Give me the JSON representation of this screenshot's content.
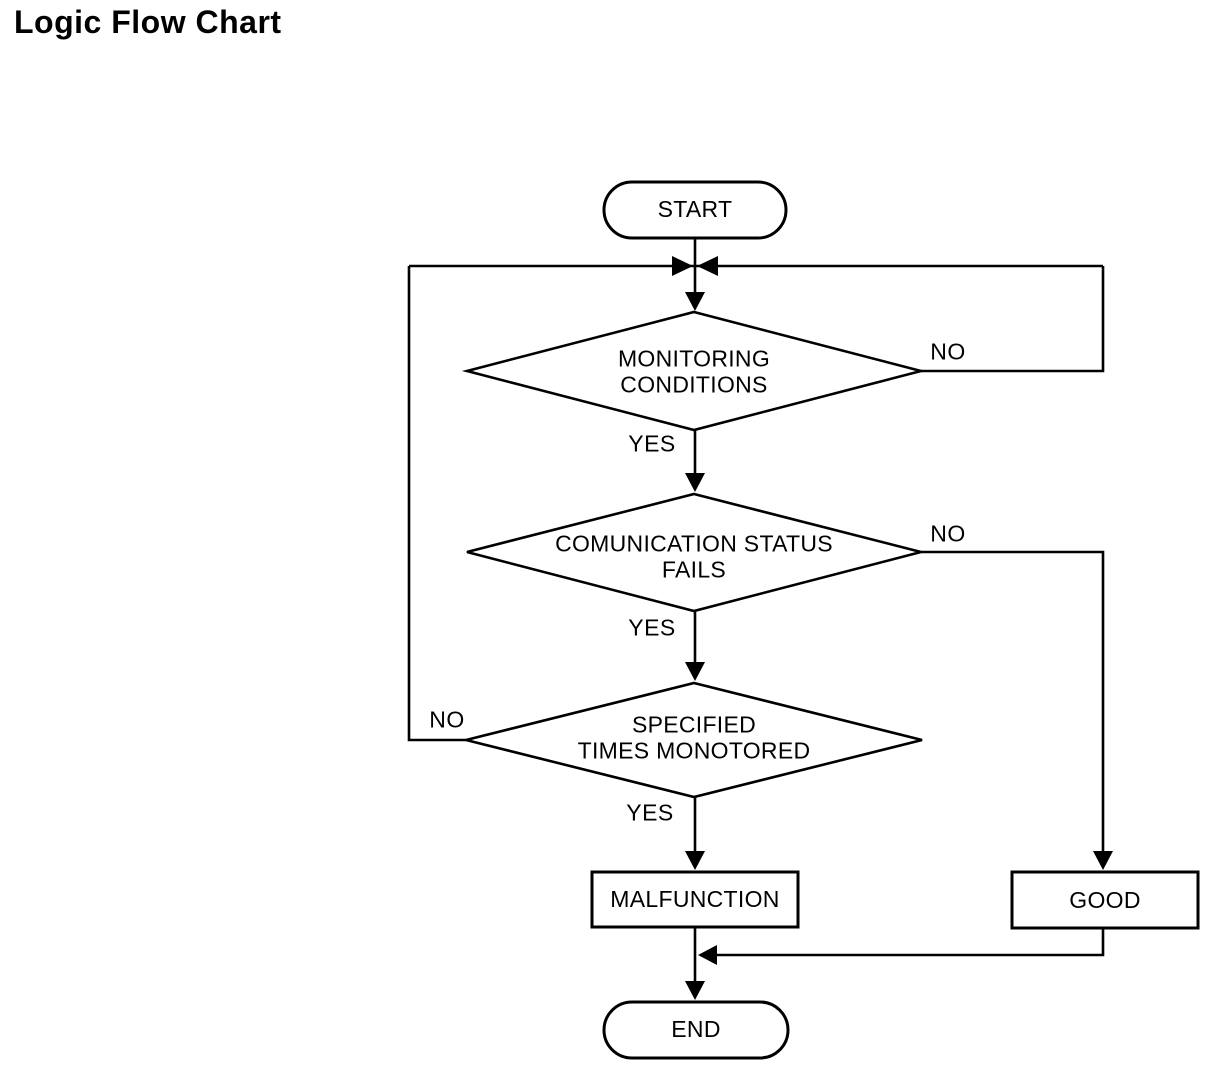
{
  "title": "Logic Flow Chart",
  "flowchart": {
    "start": "START",
    "decision_monitoring": "MONITORING\nCONDITIONS",
    "decision_communication": "COMUNICATION STATUS\nFAILS",
    "decision_specified_times": "SPECIFIED\nTIMES MONOTORED",
    "result_malfunction": "MALFUNCTION",
    "result_good": "GOOD",
    "end": "END",
    "labels": {
      "d1_yes": "YES",
      "d1_no": "NO",
      "d2_yes": "YES",
      "d2_no": "NO",
      "d3_yes": "YES",
      "d3_no": "NO"
    }
  },
  "colors": {
    "line": "#000000",
    "text": "#000000",
    "background": "#ffffff"
  }
}
